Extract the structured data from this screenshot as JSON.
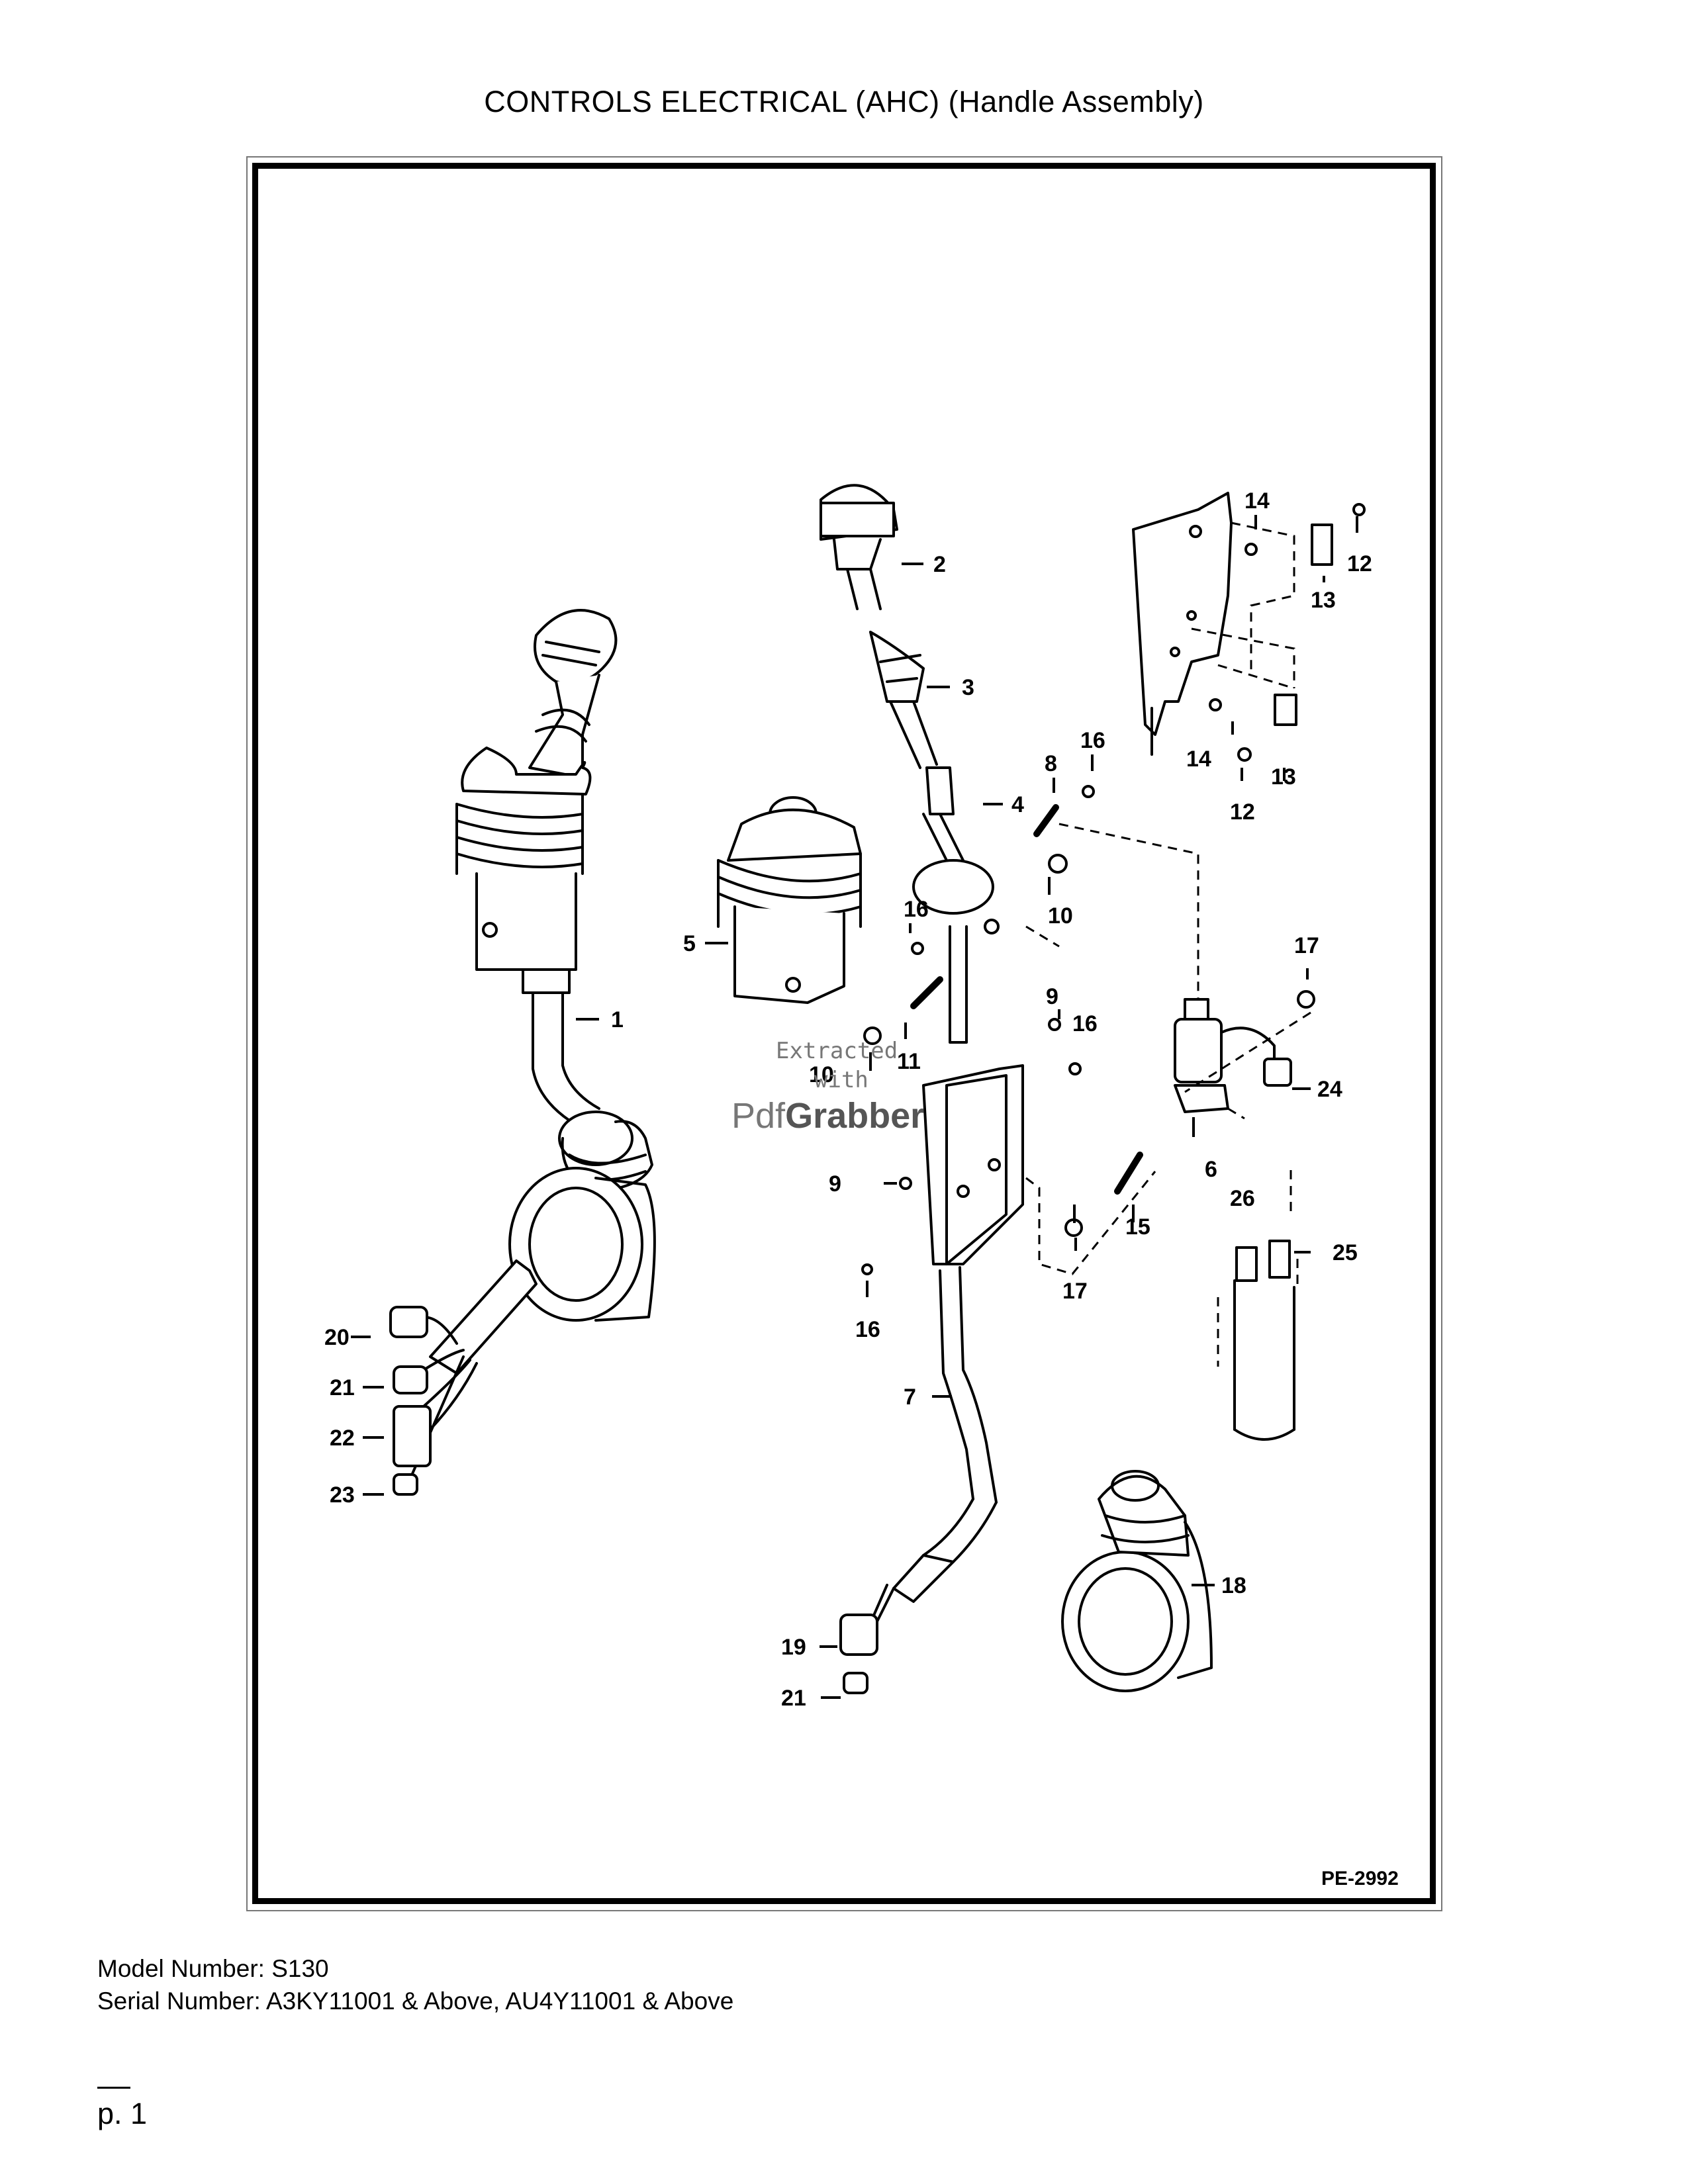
{
  "page": {
    "title": "CONTROLS ELECTRICAL (AHC) (Handle Assembly)",
    "figure_code": "PE-2992",
    "model_number": "Model Number: S130",
    "serial_number": "Serial Number: A3KY11001 & Above, AU4Y11001 & Above",
    "page_number": "p. 1"
  },
  "watermark": {
    "line1": "Extracted",
    "line2": "with",
    "brand_light": "Pdf",
    "brand_bold": "Grabber"
  },
  "callouts": {
    "c1": "1",
    "c2": "2",
    "c3": "3",
    "c4": "4",
    "c5": "5",
    "c6": "6",
    "c7": "7",
    "c8": "8",
    "c9a": "9",
    "c9b": "9",
    "c10a": "10",
    "c10b": "10",
    "c11": "11",
    "c12a": "12",
    "c12b": "12",
    "c13a": "13",
    "c13b": "13",
    "c14a": "14",
    "c14b": "14",
    "c15": "15",
    "c16a": "16",
    "c16b": "16",
    "c16c": "16",
    "c16d": "16",
    "c17a": "17",
    "c17b": "17",
    "c18": "18",
    "c19": "19",
    "c20": "20",
    "c21a": "21",
    "c21b": "21",
    "c22": "22",
    "c23": "23",
    "c24": "24",
    "c25": "25",
    "c26": "26"
  }
}
